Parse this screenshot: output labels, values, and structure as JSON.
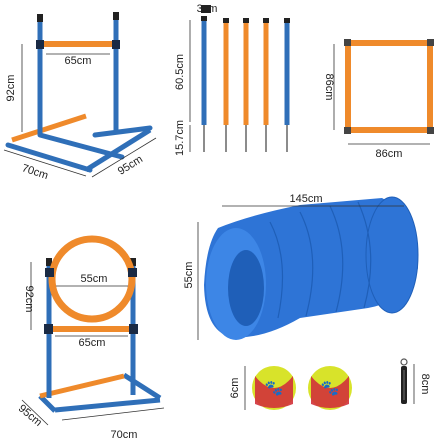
{
  "jump": {
    "bar_width": "65cm",
    "height": "92cm",
    "base_width": "70cm",
    "base_depth": "95cm"
  },
  "poles": {
    "tip": "3cm",
    "length": "60.5cm",
    "spike": "15.7cm"
  },
  "frame": {
    "height": "86cm",
    "width": "86cm"
  },
  "hoop": {
    "ring": "55cm",
    "height": "92cm",
    "bar_width": "65cm",
    "base_depth": "95cm",
    "base_width": "70cm"
  },
  "tunnel": {
    "length": "145cm",
    "diameter": "55cm"
  },
  "balls": {
    "diameter": "6cm"
  },
  "whistle": {
    "length": "8cm"
  },
  "colors": {
    "blue": "#2f6fb8",
    "orange": "#ef8a2b",
    "tunnel": "#2e74d6",
    "ball_yellow": "#d8e32a",
    "ball_red": "#d2313a"
  }
}
